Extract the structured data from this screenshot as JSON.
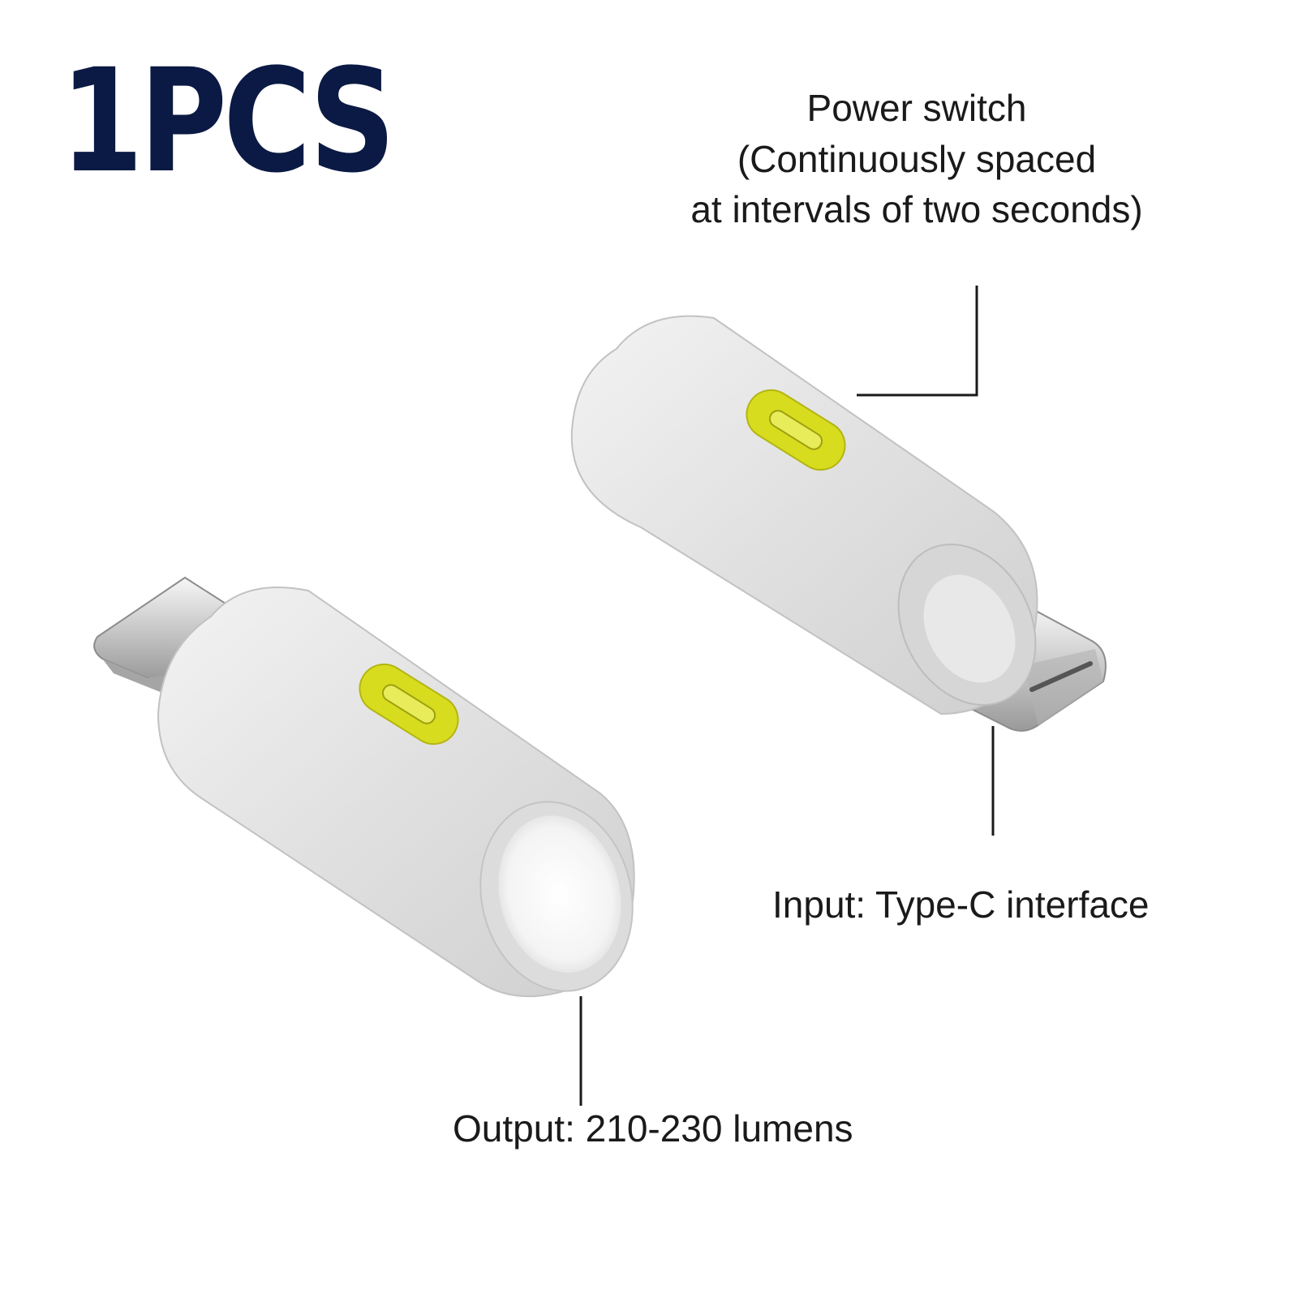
{
  "quantity_badge": {
    "text": "1PCS",
    "color": "#0b1a44"
  },
  "callouts": {
    "power_switch": {
      "lines": [
        "Power switch",
        "(Continuously spaced",
        "at intervals of two seconds)"
      ]
    },
    "input": {
      "text": "Input: Type-C interface"
    },
    "output": {
      "text": "Output: 210-230 lumens"
    }
  },
  "colors": {
    "body": "#e2e2e2",
    "switch": "#d8dc1e",
    "metal": "#c9c9c9",
    "leader_line": "#1a1a1a"
  },
  "icons": [
    "flashlight-product",
    "usb-type-c-plug",
    "power-switch-button"
  ]
}
